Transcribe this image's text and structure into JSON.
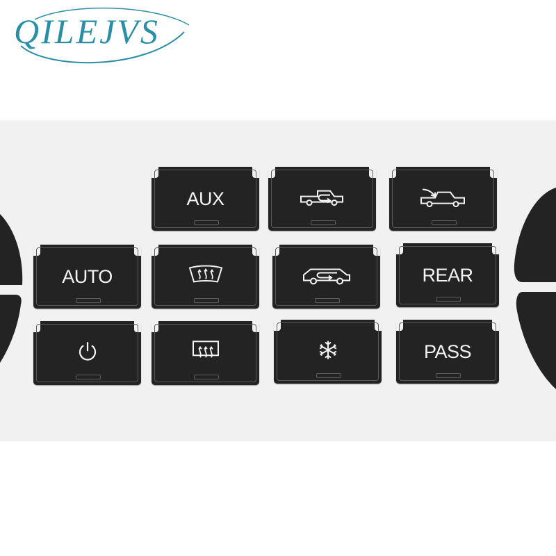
{
  "brand": {
    "logo_text": "QILEJVS",
    "logo_color": "#2a8fa6"
  },
  "buttons": {
    "aux": "AUX",
    "auto": "AUTO",
    "rear": "REAR",
    "pass": "PASS"
  },
  "icons": [
    "truck-recirculate-icon",
    "truck-fresh-air-icon",
    "power-icon",
    "front-defrost-icon",
    "vehicle-airflow-icon",
    "rear-defrost-icon",
    "snowflake-icon"
  ],
  "colors": {
    "sheet": "#f1f1f1",
    "tab": "#232323",
    "text": "#f4f4f4"
  }
}
